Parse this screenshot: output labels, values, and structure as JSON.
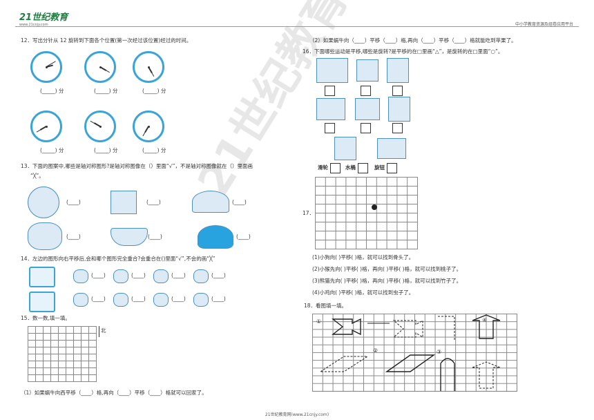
{
  "header": {
    "logo": "21世纪教育",
    "logo_sub": "www.21cnjy.com",
    "right": "中小学教育资源及组卷应用平台"
  },
  "watermark": "21世纪教育网",
  "footer": "21世纪教育网(www.21cnjy.com)",
  "q12": {
    "title": "12．写出分针从 12 旋转到下面各个位置(第一次经过该位置)经过的时间。",
    "unit": "分",
    "clocks": [
      {
        "minute": 10,
        "hour": 2.5
      },
      {
        "minute": 20,
        "hour": 4
      },
      {
        "minute": 25,
        "hour": 5
      },
      {
        "minute": 40,
        "hour": 8
      },
      {
        "minute": 50,
        "hour": 10
      },
      {
        "minute": 35,
        "hour": 7
      }
    ]
  },
  "q13": {
    "line1": "13．下面的图案中,哪些是轴对称图形?是轴对称图像在（）里面“√”，不是轴对称图像就在（）里面画",
    "line2": "“╳”。"
  },
  "q14": {
    "title": "14．左边的图形向右平移后,会和哪个图形完全重合?会重合在()里面“√”,不会的画“╳”"
  },
  "q15": {
    "title": "15．数一数,填一填。",
    "north": "北",
    "s1": "（1）如果蜗牛向西平移（____）格,再向（____）平移（____）格就可以回家了。"
  },
  "q15_2": "（2）如果蜗牛向（____）平移（____）格,再向（____）平移（____）格就能吃到苹果了。",
  "q16": {
    "title": "16．下面哪些运动是平移,哪些是旋转?是平移的在□里画“△”，是旋转的在□里面“○”。",
    "labels": [
      "滑轮",
      "水桶",
      "旋钮"
    ]
  },
  "q17": {
    "num": "17．",
    "items": [
      "(1)小狗向(    )平移(    )格，就可以找到骨头了。",
      "(2)小猴先向(    )平移(    )格，再向(    )平移(    )格，就可以找到桃子了。",
      "(3)熊猫先向(    )平移(    )格，再向(    )平移(    )格，就可以找到竹子了。",
      "(4)小鸡向(    )平移(    )格，就可以找到虫子了。"
    ]
  },
  "q18": {
    "title": "18．看图填一填。",
    "marks": [
      "①",
      "②",
      "③",
      "④"
    ]
  }
}
